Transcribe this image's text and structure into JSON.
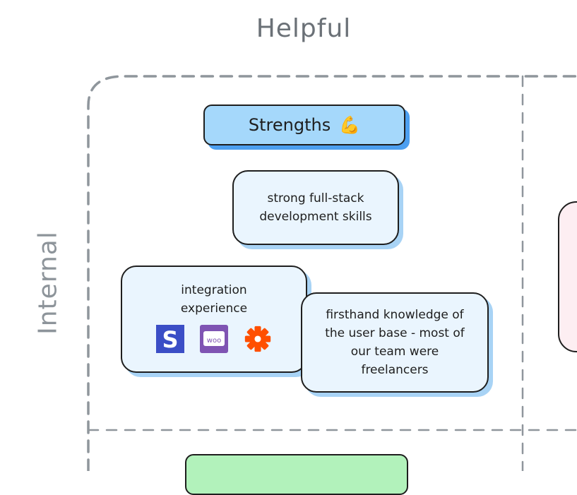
{
  "labels": {
    "top": "Helpful",
    "left": "Internal"
  },
  "strengths": {
    "title": "Strengths",
    "emoji": "💪",
    "cards": [
      {
        "text": "strong full-stack development skills"
      },
      {
        "text": "integration experience"
      },
      {
        "text": "firsthand knowledge of the user base - most of our team were freelancers"
      }
    ]
  },
  "icons": [
    "stripe-s-icon",
    "woocommerce-icon",
    "zapier-asterisk-icon"
  ],
  "colors": {
    "strengths_fill": "#a5d8fb",
    "card_fill": "#eaf5fe",
    "shadow": "#a8d3f5",
    "dashed": "#8f969c",
    "green": "#b2f2bb",
    "pink": "#fdeef2"
  }
}
